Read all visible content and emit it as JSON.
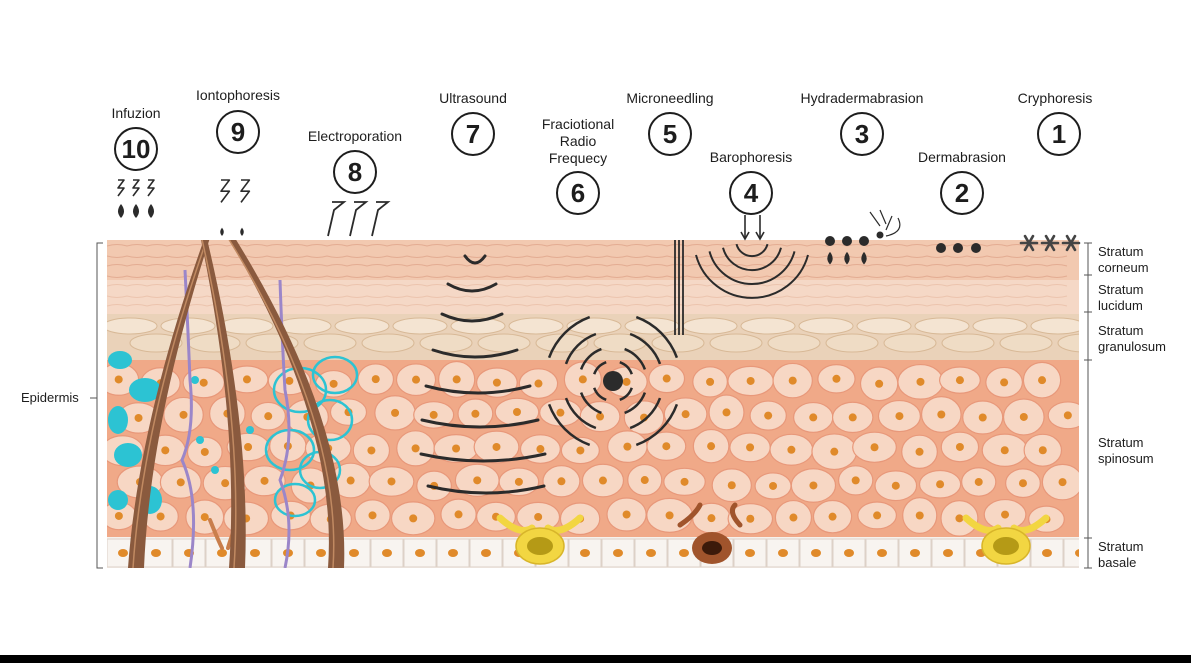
{
  "methods": [
    {
      "id": "infuzion",
      "name": "Infuzion",
      "number": "10"
    },
    {
      "id": "iontophoresis",
      "name": "Iontophoresis",
      "number": "9"
    },
    {
      "id": "electroporation",
      "name": "Electroporation",
      "number": "8"
    },
    {
      "id": "ultrasound",
      "name": "Ultrasound",
      "number": "7"
    },
    {
      "id": "radio",
      "name": "Fraciotional\nRadio\nFrequecy",
      "number": "6"
    },
    {
      "id": "microneedling",
      "name": "Microneedling",
      "number": "5"
    },
    {
      "id": "barophoresis",
      "name": "Barophoresis",
      "number": "4"
    },
    {
      "id": "hydradermabrasion",
      "name": "Hydradermabrasion",
      "number": "3"
    },
    {
      "id": "dermabrasion",
      "name": "Dermabrasion",
      "number": "2"
    },
    {
      "id": "cryphoresis",
      "name": "Cryphoresis",
      "number": "1"
    }
  ],
  "layers": [
    {
      "id": "corneum",
      "name": "Stratum\ncorneum"
    },
    {
      "id": "lucidum",
      "name": "Stratum\nlucidum"
    },
    {
      "id": "granulosum",
      "name": "Stratum\ngranulosum"
    },
    {
      "id": "spinosum",
      "name": "Stratum\nspinosum"
    },
    {
      "id": "basale",
      "name": "Stratum\nbasale"
    }
  ],
  "epidermis_label": "Epidermis",
  "colors": {
    "corneum": "#f2c9b0",
    "lucidum": "#f5d8c6",
    "granulosum": "#ead2b9",
    "spinosum": "#f0a988",
    "cell": "#f7d7c4",
    "nucleus": "#e08a2a",
    "basale": "#f6f1ec",
    "melanocyte": "#f2d642",
    "hair": "#8a5a3e",
    "nerve": "#9b86c9",
    "cyan": "#2cc3d3",
    "ink": "#2b2b2b"
  }
}
